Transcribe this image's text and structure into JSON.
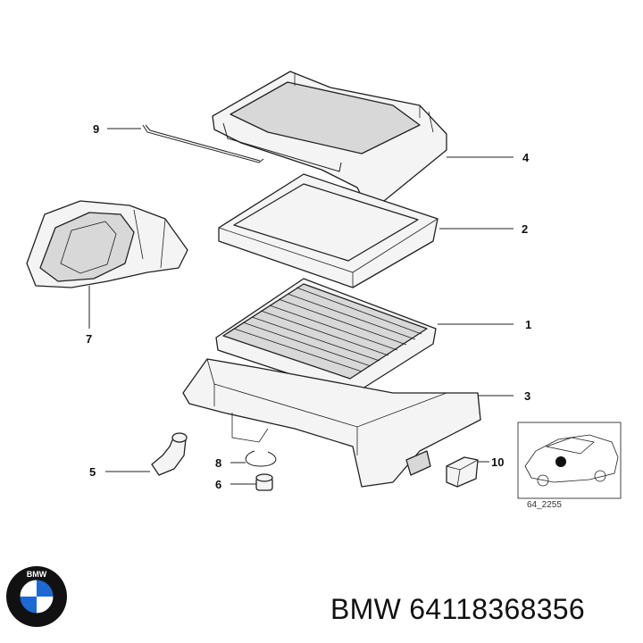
{
  "callouts": {
    "c1": "1",
    "c2": "2",
    "c3": "3",
    "c4": "4",
    "c5": "5",
    "c6": "6",
    "c7": "7",
    "c8": "8",
    "c9": "9",
    "c10": "10"
  },
  "inset": {
    "reference_code": "64_2255"
  },
  "brand": {
    "title": "BMW 64118368356",
    "logo_letters": "BMW",
    "logo_colors": {
      "blue": "#1c69d4",
      "ring": "#111111",
      "white": "#ffffff"
    }
  }
}
